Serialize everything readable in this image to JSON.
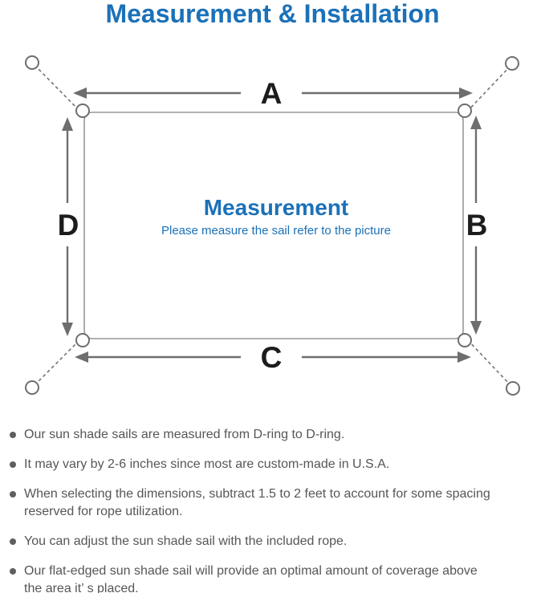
{
  "title": "Measurement & Installation",
  "colors": {
    "accent_blue": "#1b71b8",
    "diagram_line_gray": "#6e6e6e",
    "note_text_gray": "#565656"
  },
  "diagram": {
    "measure_labels": {
      "top": "A",
      "right": "B",
      "bottom": "C",
      "left": "D"
    },
    "center_title": "Measurement",
    "center_subtitle": "Please measure the sail refer to the picture"
  },
  "notes": [
    {
      "lines": [
        "Our sun shade sails are measured from D-ring to D-ring."
      ]
    },
    {
      "lines": [
        "It may vary by 2-6 inches since most are custom-made in U.S.A."
      ]
    },
    {
      "lines": [
        "When selecting the dimensions, subtract 1.5 to 2 feet to account for some spacing",
        "reserved for rope utilization."
      ]
    },
    {
      "lines": [
        "You can adjust the sun shade sail with the included rope."
      ]
    },
    {
      "lines": [
        "Our flat-edged sun shade sail will provide an optimal amount of coverage above",
        "the area it’ s placed."
      ]
    }
  ]
}
